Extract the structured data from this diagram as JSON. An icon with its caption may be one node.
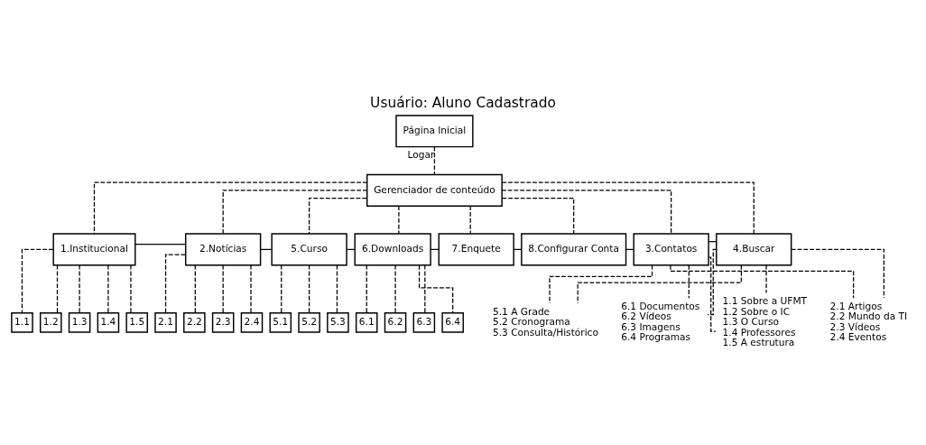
{
  "diagram": {
    "title": "Usuário: Aluno Cadastrado",
    "nodes": [
      {
        "text": [
          "Página Inicial"
        ]
      },
      {
        "text": [
          "Gerenciador de conteúdo"
        ]
      },
      {
        "text": [
          "1.Institucional"
        ]
      },
      {
        "text": [
          "2.Notícias"
        ]
      },
      {
        "text": [
          "5.Curso"
        ]
      },
      {
        "text": [
          "6.Downloads"
        ]
      },
      {
        "text": [
          "7.Enquete"
        ]
      },
      {
        "text": [
          "8.Configurar Conta"
        ]
      },
      {
        "text": [
          "3.Contatos"
        ]
      },
      {
        "text": [
          "4.Buscar"
        ]
      },
      {
        "text": [
          "1.1"
        ]
      },
      {
        "text": [
          "1.2"
        ]
      },
      {
        "text": [
          "1.3"
        ]
      },
      {
        "text": [
          "1.4"
        ]
      },
      {
        "text": [
          "1.5"
        ]
      },
      {
        "text": [
          "2.1"
        ]
      },
      {
        "text": [
          "2.2"
        ]
      },
      {
        "text": [
          "2.3"
        ]
      },
      {
        "text": [
          "2.4"
        ]
      },
      {
        "text": [
          "5.1"
        ]
      },
      {
        "text": [
          "5.2"
        ]
      },
      {
        "text": [
          "5.3"
        ]
      },
      {
        "text": [
          "6.1"
        ]
      },
      {
        "text": [
          "6.2"
        ]
      },
      {
        "text": [
          "6.3"
        ]
      },
      {
        "text": [
          "6.4"
        ]
      },
      {
        "text": [
          "1.1 Sobre a UFMT",
          "1.2 Sobre o IC",
          "1.3 O Curso",
          "1.4 Professores",
          "1.5 A estrutura"
        ]
      },
      {
        "text": [
          "2.1 Artigos",
          "2.2 Mundo da TI",
          "2.3 Vídeos",
          "2.4 Eventos"
        ]
      },
      {
        "text": [
          "5.1 A Grade",
          "5.2 Cronograma",
          "5.3 Consulta/Histórico"
        ]
      },
      {
        "text": [
          "6.1 Documentos",
          "6.2 Vídeos",
          "6.3 Imagens",
          "6.4 Programas"
        ]
      }
    ],
    "edges": [
      {
        "from": 0,
        "to": 1,
        "arrow": "none",
        "style": "dashed",
        "label": "Logar"
      },
      {
        "from": 1,
        "to": 2,
        "arrow": "none",
        "style": "dashed"
      },
      {
        "from": 1,
        "to": 3,
        "arrow": "none",
        "style": "dashed"
      },
      {
        "from": 1,
        "to": 4,
        "arrow": "none",
        "style": "dashed"
      },
      {
        "from": 1,
        "to": 5,
        "arrow": "none",
        "style": "dashed"
      },
      {
        "from": 1,
        "to": 6,
        "arrow": "none",
        "style": "dashed"
      },
      {
        "from": 1,
        "to": 7,
        "arrow": "none",
        "style": "dashed"
      },
      {
        "from": 1,
        "to": 8,
        "arrow": "none",
        "style": "dashed"
      },
      {
        "from": 1,
        "to": 9,
        "arrow": "none",
        "style": "dashed"
      },
      {
        "from": 2,
        "to": 3,
        "arrow": "none"
      },
      {
        "from": 3,
        "to": 4,
        "arrow": "none"
      },
      {
        "from": 4,
        "to": 5,
        "arrow": "none"
      },
      {
        "from": 5,
        "to": 6,
        "arrow": "none"
      },
      {
        "from": 6,
        "to": 7,
        "arrow": "none"
      },
      {
        "from": 7,
        "to": 8,
        "arrow": "none"
      },
      {
        "from": 8,
        "to": 9,
        "arrow": "none"
      },
      {
        "from": 2,
        "to": 10,
        "arrow": "none",
        "style": "dashed"
      },
      {
        "from": 2,
        "to": 11,
        "arrow": "none",
        "style": "dashed"
      },
      {
        "from": 2,
        "to": 12,
        "arrow": "none",
        "style": "dashed"
      },
      {
        "from": 2,
        "to": 13,
        "arrow": "none",
        "style": "dashed"
      },
      {
        "from": 2,
        "to": 14,
        "arrow": "none",
        "style": "dashed"
      },
      {
        "from": 3,
        "to": 15,
        "arrow": "none",
        "style": "dashed"
      },
      {
        "from": 3,
        "to": 16,
        "arrow": "none",
        "style": "dashed"
      },
      {
        "from": 3,
        "to": 17,
        "arrow": "none",
        "style": "dashed"
      },
      {
        "from": 3,
        "to": 18,
        "arrow": "none",
        "style": "dashed"
      },
      {
        "from": 4,
        "to": 19,
        "arrow": "none",
        "style": "dashed"
      },
      {
        "from": 4,
        "to": 20,
        "arrow": "none",
        "style": "dashed"
      },
      {
        "from": 4,
        "to": 21,
        "arrow": "none",
        "style": "dashed"
      },
      {
        "from": 5,
        "to": 22,
        "arrow": "none",
        "style": "dashed"
      },
      {
        "from": 5,
        "to": 23,
        "arrow": "none",
        "style": "dashed"
      },
      {
        "from": 5,
        "to": 24,
        "arrow": "none",
        "style": "dashed"
      },
      {
        "from": 5,
        "to": 25,
        "arrow": "none",
        "style": "dashed"
      },
      {
        "from": 8,
        "to": 26,
        "arrow": "none",
        "style": "dashed"
      },
      {
        "from": 8,
        "to": 27,
        "arrow": "none",
        "style": "dashed"
      },
      {
        "from": 8,
        "to": 28,
        "arrow": "none",
        "style": "dashed"
      },
      {
        "from": 8,
        "to": 29,
        "arrow": "none",
        "style": "dashed"
      },
      {
        "from": 9,
        "to": 26,
        "arrow": "none",
        "style": "dashed"
      },
      {
        "from": 9,
        "to": 27,
        "arrow": "none",
        "style": "dashed"
      },
      {
        "from": 9,
        "to": 28,
        "arrow": "none",
        "style": "dashed"
      },
      {
        "from": 9,
        "to": 29,
        "arrow": "none",
        "style": "dashed"
      }
    ]
  }
}
